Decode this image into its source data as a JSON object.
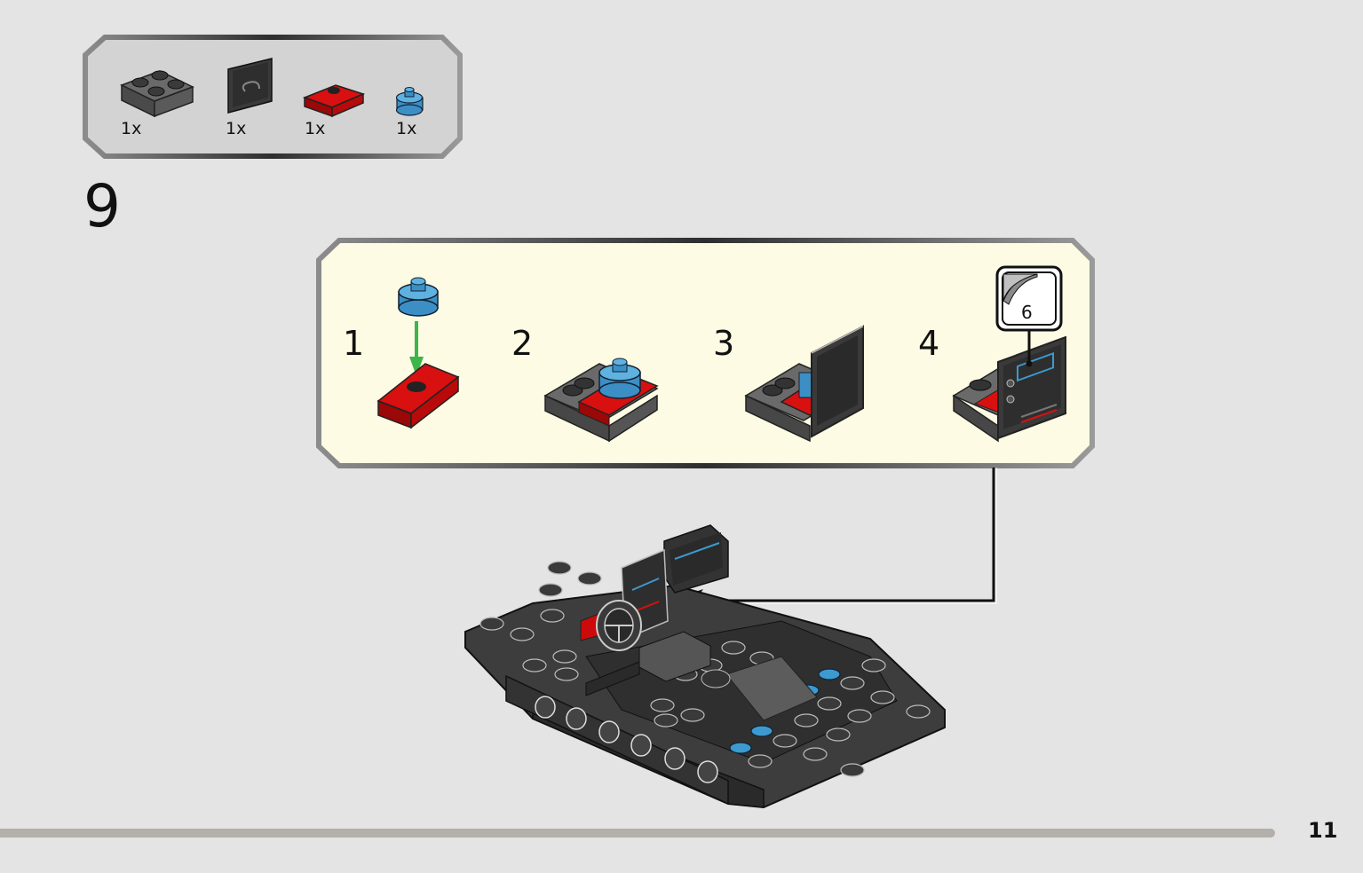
{
  "parts_list": {
    "items": [
      {
        "part": "dark-gray-plate-2x2",
        "qty": "1x"
      },
      {
        "part": "black-printed-tile",
        "qty": "1x"
      },
      {
        "part": "red-plate-1x2-jumper",
        "qty": "1x"
      },
      {
        "part": "blue-round-plate",
        "qty": "1x"
      }
    ]
  },
  "step": {
    "number": "9"
  },
  "substeps": [
    {
      "number": "1"
    },
    {
      "number": "2"
    },
    {
      "number": "3"
    },
    {
      "number": "4"
    }
  ],
  "sticker": {
    "number": "6"
  },
  "page": {
    "number": "11"
  },
  "colors": {
    "background": "#e4e4e4",
    "substep_panel": "#fdfbe3",
    "red": "#cc0a0a",
    "blue": "#3c9ad0",
    "dark_gray": "#575757",
    "arrow_green": "#3cb54a"
  }
}
